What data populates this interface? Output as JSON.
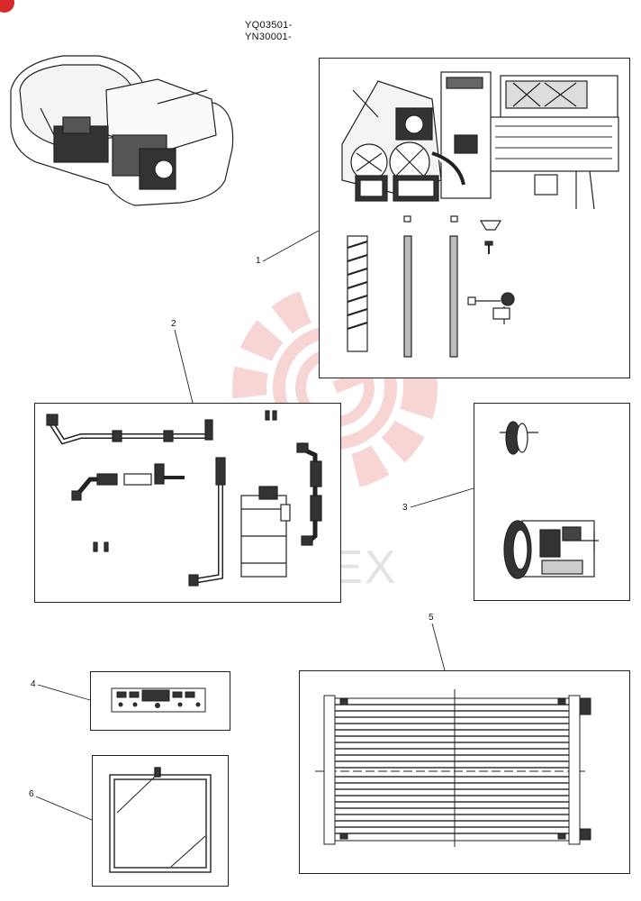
{
  "header": {
    "serial_1": "YQ03501-",
    "serial_2": "YN30001-"
  },
  "callouts": [
    "1",
    "2",
    "3",
    "4",
    "5",
    "6"
  ],
  "watermark": {
    "text": "IIHTEX"
  },
  "colors": {
    "line": "#222222",
    "watermark": "#f4b3b3",
    "corner_mark": "#d82828"
  },
  "icons": [
    "gear-logo-watermark",
    "cab-assembly-illustration",
    "evaporator-unit-illustration",
    "hose-illustration",
    "receiver-drier-illustration",
    "compressor-illustration",
    "control-panel-illustration",
    "condenser-illustration",
    "filter-frame-illustration"
  ]
}
